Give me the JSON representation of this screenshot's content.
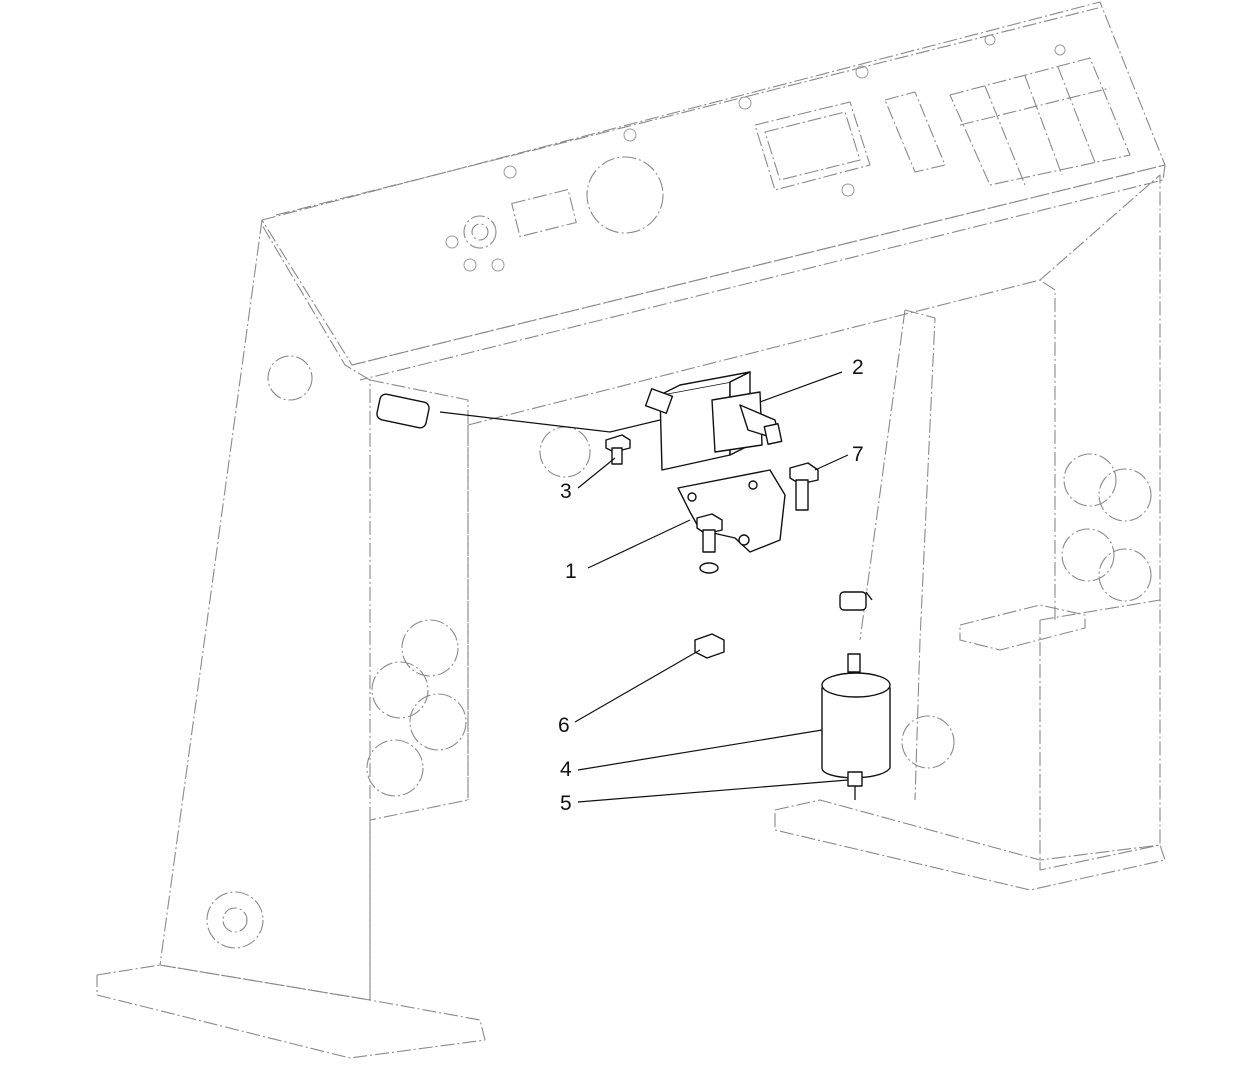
{
  "callouts": [
    {
      "id": "1",
      "label": "1"
    },
    {
      "id": "2",
      "label": "2"
    },
    {
      "id": "3",
      "label": "3"
    },
    {
      "id": "4",
      "label": "4"
    },
    {
      "id": "5",
      "label": "5"
    },
    {
      "id": "6",
      "label": "6"
    },
    {
      "id": "7",
      "label": "7"
    }
  ],
  "colors": {
    "part_stroke": "#111111",
    "ghost_stroke": "#8a8a8a",
    "background": "#ffffff"
  }
}
